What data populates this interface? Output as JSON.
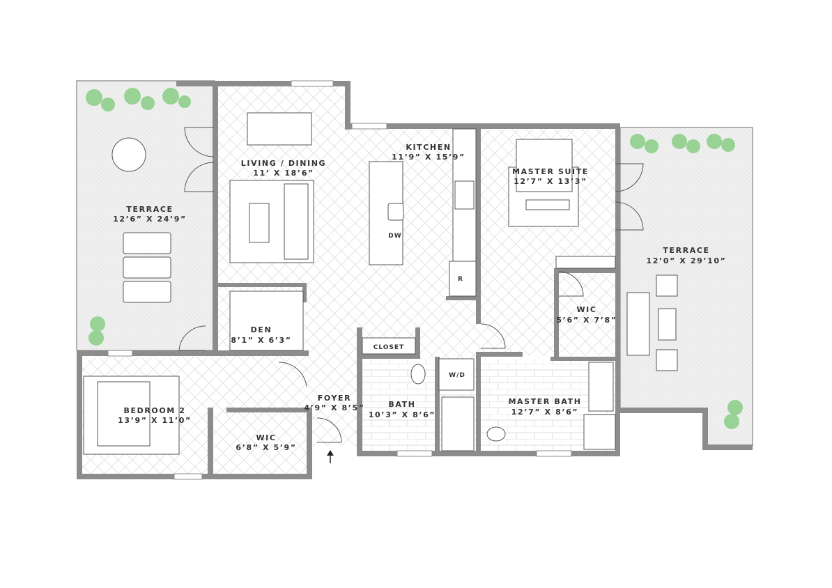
{
  "colors": {
    "wall": "#8c8c8c",
    "terrace": "#ececec",
    "plant": "#7cc47a",
    "floor_pattern": "#d8d8d8"
  },
  "rooms": {
    "terrace_west": {
      "name": "TERRACE",
      "dims": "12’6” X 24’9”"
    },
    "living_dining": {
      "name": "LIVING / DINING",
      "dims": "11’ X 18’6”"
    },
    "kitchen": {
      "name": "KITCHEN",
      "dims": "11’9” X 15’9”"
    },
    "master_suite": {
      "name": "MASTER SUITE",
      "dims": "12’7” X 13’3”"
    },
    "terrace_east": {
      "name": "TERRACE",
      "dims": "12’0” X 29’10”"
    },
    "den": {
      "name": "DEN",
      "dims": "8’1” X 6’3”"
    },
    "wic_master": {
      "name": "WIC",
      "dims": "5’6” X 7’8”"
    },
    "bedroom_2": {
      "name": "BEDROOM 2",
      "dims": "13’9” X 11’0”"
    },
    "wic_bedroom": {
      "name": "WIC",
      "dims": "6’8” X 5’9”"
    },
    "foyer": {
      "name": "FOYER",
      "dims": "4’9” X 8’5”"
    },
    "bath": {
      "name": "BATH",
      "dims": "10’3” X 8’6”"
    },
    "master_bath": {
      "name": "MASTER BATH",
      "dims": "12’7” X 8’6”"
    }
  },
  "fixtures": {
    "closet": "CLOSET",
    "washer_dryer": "W/D",
    "dishwasher": "DW",
    "refrigerator": "R"
  },
  "icons": {
    "entry": "entry-arrow-icon"
  }
}
